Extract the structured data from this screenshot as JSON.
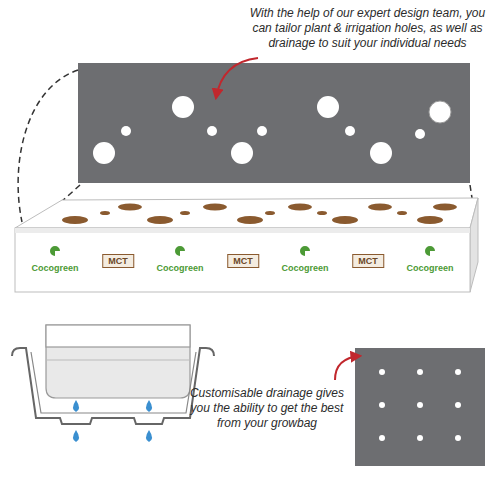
{
  "diagram": {
    "labels": [
      "With the help of our expert design team, you can tailor plant & irrigation holes, as well as drainage to suit your individual needs",
      "Cocogreen",
      "MCT",
      "Cocogreen",
      "MCT",
      "Cocogreen",
      "MCT",
      "Cocogreen",
      "Customisable drainage gives you the ability to get the best from your growbag"
    ]
  }
}
